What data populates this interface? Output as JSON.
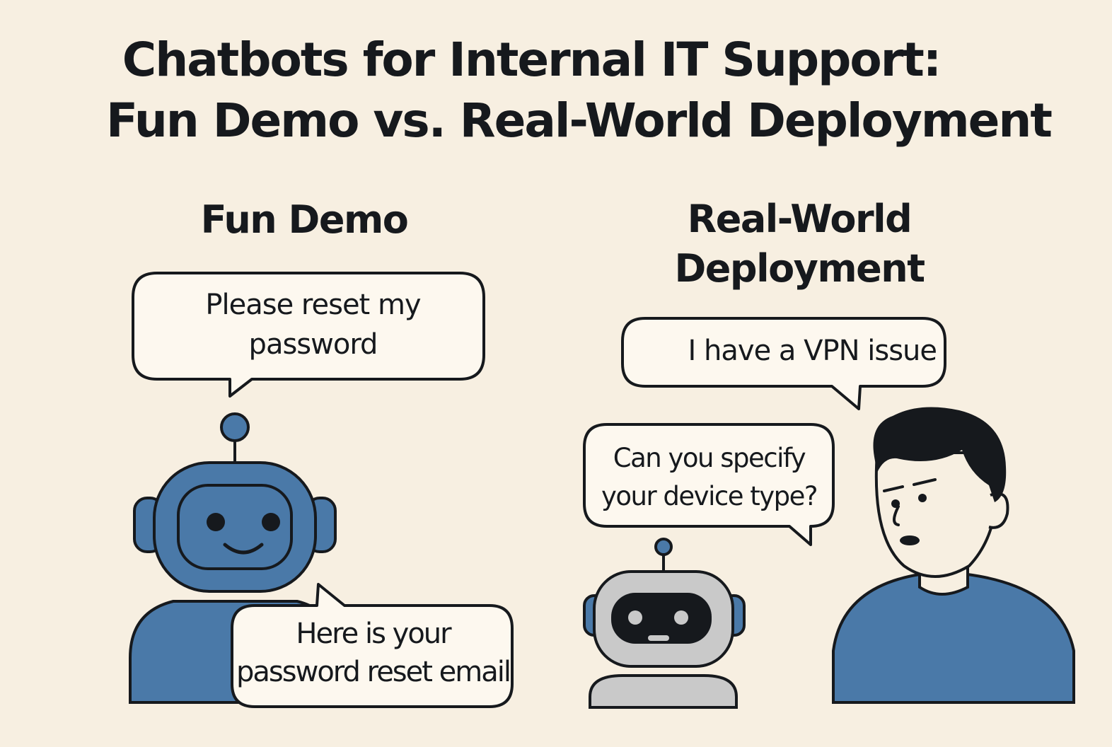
{
  "title": {
    "line1": "Chatbots for Internal IT Support:",
    "line2": "Fun Demo vs. Real-World Deployment"
  },
  "fun_demo": {
    "heading": "Fun Demo",
    "user_message": "Please reset my password",
    "bot_reply": "Here is your password reset email"
  },
  "real_world": {
    "heading_line1": "Real-World",
    "heading_line2": "Deployment",
    "user_message": "I have a VPN issue",
    "bot_reply": "Can you specify your device type?"
  },
  "colors": {
    "background": "#f7efe1",
    "bubble_fill": "#fdf8ef",
    "outline": "#16191d",
    "robot_blue": "#4a79a8",
    "robot_gray": "#c9c9c9",
    "shirt_blue": "#4a79a8"
  }
}
